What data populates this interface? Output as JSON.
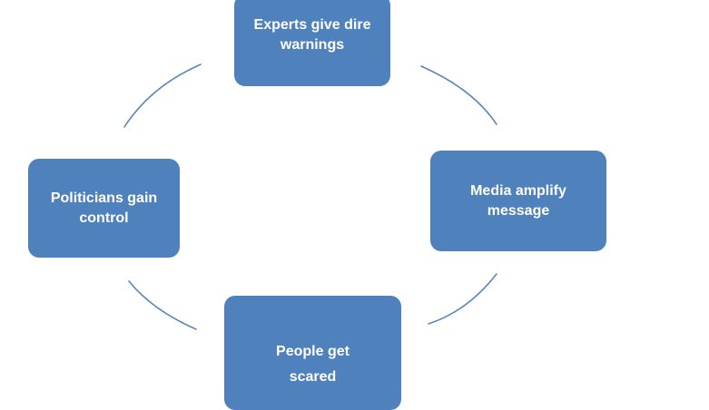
{
  "colors": {
    "node_fill": "#4f81bd",
    "node_text": "#ffffff",
    "connector": "#5b84b8",
    "background": "#ffffff"
  },
  "nodes": [
    {
      "id": "experts",
      "label": "Experts  give dire\nwarnings"
    },
    {
      "id": "media",
      "label": "Media amplify\nmessage"
    },
    {
      "id": "people",
      "label": "People get\nscared"
    },
    {
      "id": "politicians",
      "label": "Politicians  gain\ncontrol"
    }
  ]
}
